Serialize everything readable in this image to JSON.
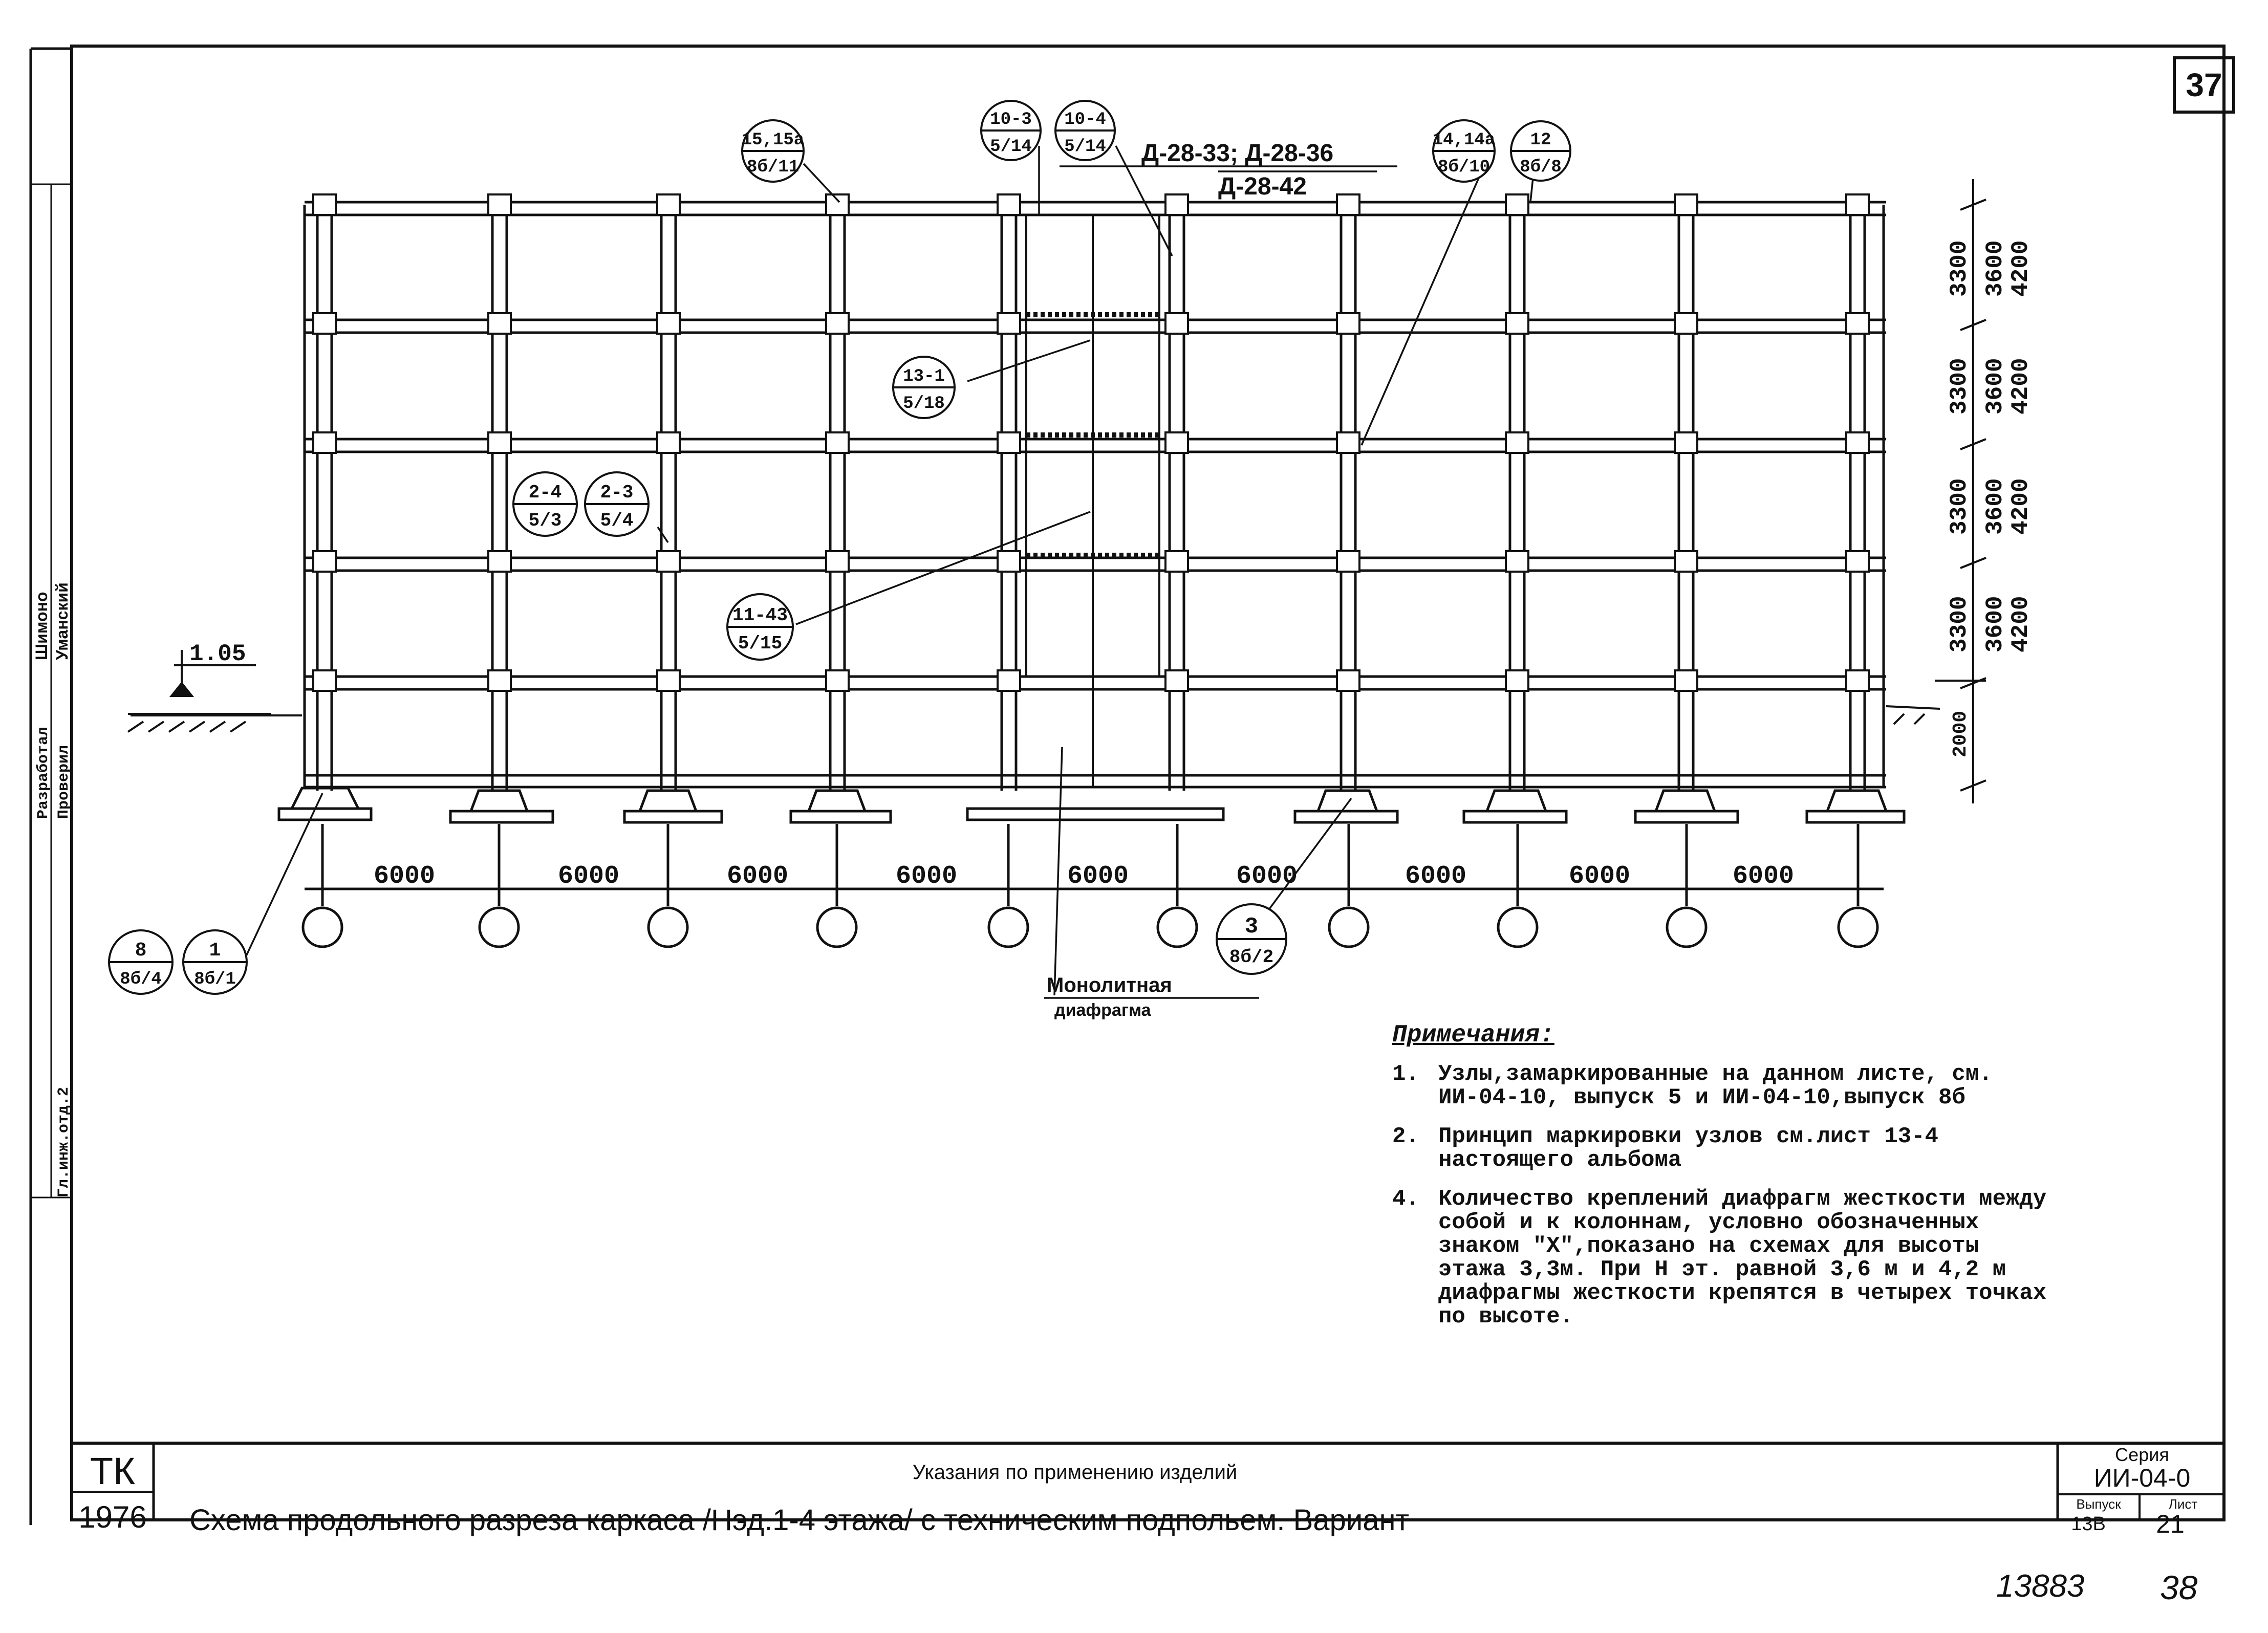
{
  "sheet_number": "37",
  "dimension_labels": {
    "spans": [
      "6000",
      "6000",
      "6000",
      "6000",
      "6000",
      "6000",
      "6000",
      "6000",
      "6000"
    ],
    "floor_heights": [
      [
        "3300",
        "3600",
        "4200"
      ],
      [
        "3300",
        "3600",
        "4200"
      ],
      [
        "3300",
        "3600",
        "4200"
      ],
      [
        "3300",
        "3600",
        "4200"
      ]
    ],
    "basement_height": "2000",
    "ground_level": "1.05"
  },
  "diaphragm_marks": {
    "line1": "Д-28-33; Д-28-36",
    "line2": "Д-28-42"
  },
  "callouts": [
    {
      "top": "15,15а",
      "bottom": "8б/11"
    },
    {
      "top": "10-3",
      "bottom": "5/14"
    },
    {
      "top": "10-4",
      "bottom": "5/14"
    },
    {
      "top": "14,14а",
      "bottom": "8б/10"
    },
    {
      "top": "12",
      "bottom": "8б/8"
    },
    {
      "top": "13-1",
      "bottom": "5/18"
    },
    {
      "top": "2-4",
      "bottom": "5/3"
    },
    {
      "top": "2-3",
      "bottom": "5/4"
    },
    {
      "top": "11-43",
      "bottom": "5/15"
    },
    {
      "top": "8",
      "bottom": "8б/4"
    },
    {
      "top": "1",
      "bottom": "8б/1"
    },
    {
      "top": "3",
      "bottom": "8б/2"
    }
  ],
  "monolith_label_1": "Монолитная",
  "monolith_label_2": "диафрагма",
  "notes": {
    "heading": "Примечания:",
    "items": [
      {
        "num": "1.",
        "text": "Узлы,замаркированные на данном листе, см. ИИ-04-10, выпуск 5 и ИИ-04-10,выпуск 8б"
      },
      {
        "num": "2.",
        "text": "Принцип маркировки узлов см.лист 13-4 настоящего альбома"
      },
      {
        "num": "4.",
        "text": "Количество креплений диафрагм жесткости между собой и к колоннам, условно обозначенных знаком \"Х\",показано на схемах для высоты этажа 3,3м. При Н эт. равной 3,6 м и 4,2 м диафрагмы жесткости крепятся в четырех точках по высоте."
      }
    ]
  },
  "side_stamp": {
    "role1": "Разработал",
    "role2": "Проверил",
    "name1": "Шимоно",
    "name2": "Уманский",
    "dept": "Гл.инж.отд.2"
  },
  "title_block": {
    "org": "ТК",
    "year": "1976",
    "heading": "Указания по применению изделий",
    "title": "Схема продольного разреза каркаса /Нэд.1-4 этажа/ с техническим подпольем. Вариант",
    "series_label": "Серия",
    "series": "ИИ-04-0",
    "issue_label": "Выпуск",
    "issue": "13В",
    "sheet_label": "Лист",
    "sheet": "21"
  },
  "handwritten_footer": {
    "left": "13883",
    "right": "38"
  }
}
